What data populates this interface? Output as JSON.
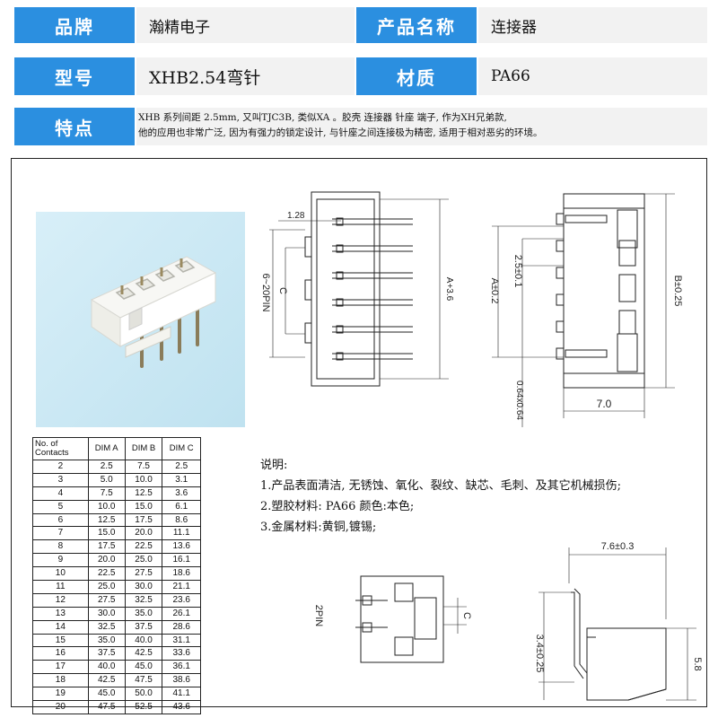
{
  "spec": {
    "brand_label": "品牌",
    "brand_value": "瀚精电子",
    "product_name_label": "产品名称",
    "product_name_value": "连接器",
    "model_label": "型号",
    "model_value": "XHB2.54弯针",
    "material_label": "材质",
    "material_value": "PA66",
    "features_label": "特点",
    "features_line1": "XHB 系列间距 2.5mm, 又叫TJC3B, 类似XA 。胶壳 连接器 针座 端子, 作为XH兄弟款,",
    "features_line2": "他的应用也非常广泛, 因为有强力的锁定设计, 与针座之间连接极为精密, 适用于相对恶劣的环境。"
  },
  "drawing": {
    "dim_128": "1.28",
    "dim_6_20pin": "6~20PIN",
    "dim_c": "C",
    "dim_a36": "A+3.6",
    "dim_a02": "A±0.2",
    "dim_25": "2.5±0.1",
    "dim_064": "0.64x0.64",
    "dim_b025": "B±0.25",
    "dim_70": "7.0",
    "dim_2pin": "2PIN",
    "dim_c2": "C",
    "dim_76": "7.6±0.3",
    "dim_34": "3.4±0.25",
    "dim_58": "5.8"
  },
  "table": {
    "headers": [
      "No. of\nContacts",
      "DIM A",
      "DIM B",
      "DIM C"
    ],
    "rows": [
      [
        "2",
        "2.5",
        "7.5",
        "2.5"
      ],
      [
        "3",
        "5.0",
        "10.0",
        "3.1"
      ],
      [
        "4",
        "7.5",
        "12.5",
        "3.6"
      ],
      [
        "5",
        "10.0",
        "15.0",
        "6.1"
      ],
      [
        "6",
        "12.5",
        "17.5",
        "8.6"
      ],
      [
        "7",
        "15.0",
        "20.0",
        "11.1"
      ],
      [
        "8",
        "17.5",
        "22.5",
        "13.6"
      ],
      [
        "9",
        "20.0",
        "25.0",
        "16.1"
      ],
      [
        "10",
        "22.5",
        "27.5",
        "18.6"
      ],
      [
        "11",
        "25.0",
        "30.0",
        "21.1"
      ],
      [
        "12",
        "27.5",
        "32.5",
        "23.6"
      ],
      [
        "13",
        "30.0",
        "35.0",
        "26.1"
      ],
      [
        "14",
        "32.5",
        "37.5",
        "28.6"
      ],
      [
        "15",
        "35.0",
        "40.0",
        "31.1"
      ],
      [
        "16",
        "37.5",
        "42.5",
        "33.6"
      ],
      [
        "17",
        "40.0",
        "45.0",
        "36.1"
      ],
      [
        "18",
        "42.5",
        "47.5",
        "38.6"
      ],
      [
        "19",
        "45.0",
        "50.0",
        "41.1"
      ],
      [
        "20",
        "47.5",
        "52.5",
        "43.6"
      ]
    ]
  },
  "notes": {
    "title": "说明:",
    "line1": "1.产品表面清洁, 无锈蚀、氧化、裂纹、缺芯、毛刺、及其它机械损伤;",
    "line2": "2.塑胶材料: PA66 颜色:本色;",
    "line3": "3.金属材料:黄铜,镀锡;"
  }
}
